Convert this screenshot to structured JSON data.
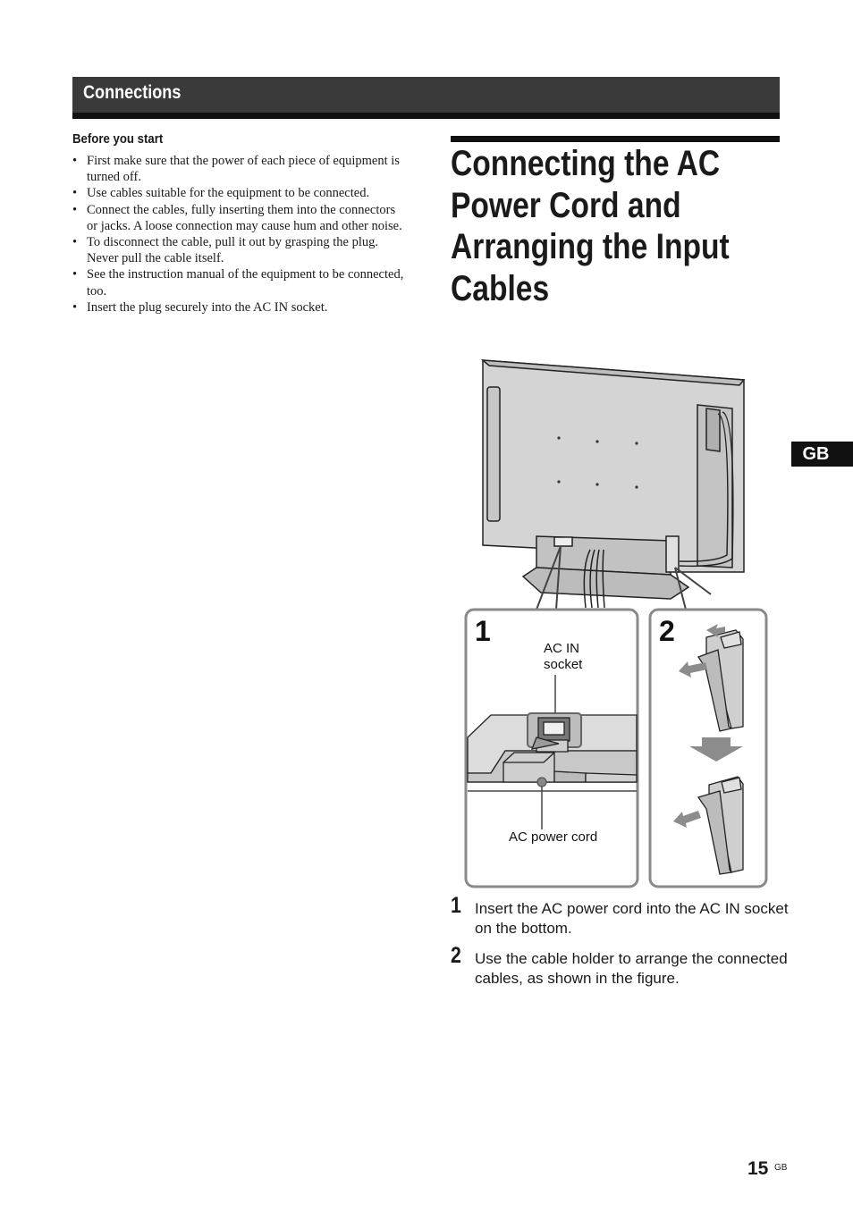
{
  "header": {
    "section": "Connections"
  },
  "before_start": {
    "heading": "Before you start",
    "items": [
      "First make sure that the power of each piece of equipment is turned off.",
      "Use cables suitable for the equipment to be connected.",
      "Connect the cables, fully inserting them into the connectors or jacks. A loose connection may cause hum and other noise.",
      "To disconnect the cable, pull it out by grasping the plug. Never pull the cable itself.",
      "See the instruction manual of the equipment to be connected, too.",
      "Insert the plug securely into the AC IN socket."
    ]
  },
  "main_title": "Connecting the AC Power Cord and Arranging the Input Cables",
  "side_tab": "GB",
  "figure": {
    "panel1_number": "1",
    "panel2_number": "2",
    "label_socket_line1": "AC IN",
    "label_socket_line2": "socket",
    "label_cord": "AC power cord"
  },
  "steps": [
    {
      "number": "1",
      "text": "Insert the AC power cord into the AC IN socket on the bottom."
    },
    {
      "number": "2",
      "text": "Use the cable holder to arrange the connected cables, as shown in the figure."
    }
  ],
  "footer": {
    "page_number": "15",
    "page_suffix": "GB"
  }
}
